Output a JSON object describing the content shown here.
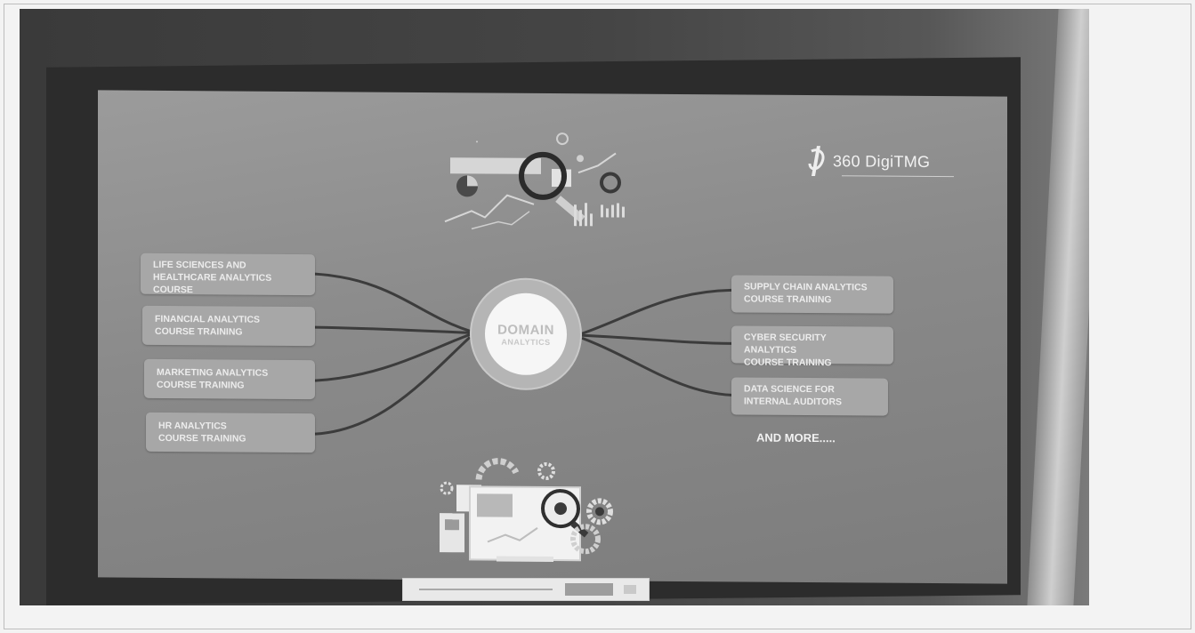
{
  "slide": {
    "logo_text": "360 DigiTMG",
    "center": {
      "line1": "DOMAIN",
      "line2": "ANALYTICS"
    },
    "left_courses": [
      {
        "line1": "LIFE SCIENCES AND",
        "line2": "HEALTHCARE ANALYTICS",
        "line3": "COURSE"
      },
      {
        "line1": "FINANCIAL ANALYTICS",
        "line2": "COURSE TRAINING"
      },
      {
        "line1": "MARKETING ANALYTICS",
        "line2": "COURSE TRAINING"
      },
      {
        "line1": "HR ANALYTICS",
        "line2": "COURSE TRAINING"
      }
    ],
    "right_courses": [
      {
        "line1": "SUPPLY CHAIN ANALYTICS",
        "line2": "COURSE TRAINING"
      },
      {
        "line1": "CYBER SECURITY ANALYTICS",
        "line2": "COURSE TRAINING"
      },
      {
        "line1": "DATA SCIENCE FOR",
        "line2": "INTERNAL AUDITORS"
      }
    ],
    "and_more": "AND MORE....."
  },
  "colors": {
    "pill_bg": "#a7a7a7",
    "screen_bg": "#8a8a8a",
    "connector": "#3c3c3c",
    "center_fill": "#f6f6f6"
  },
  "icons": [
    "analytics-illustration-top",
    "analytics-illustration-bottom",
    "360digitmg-logo-mark"
  ]
}
